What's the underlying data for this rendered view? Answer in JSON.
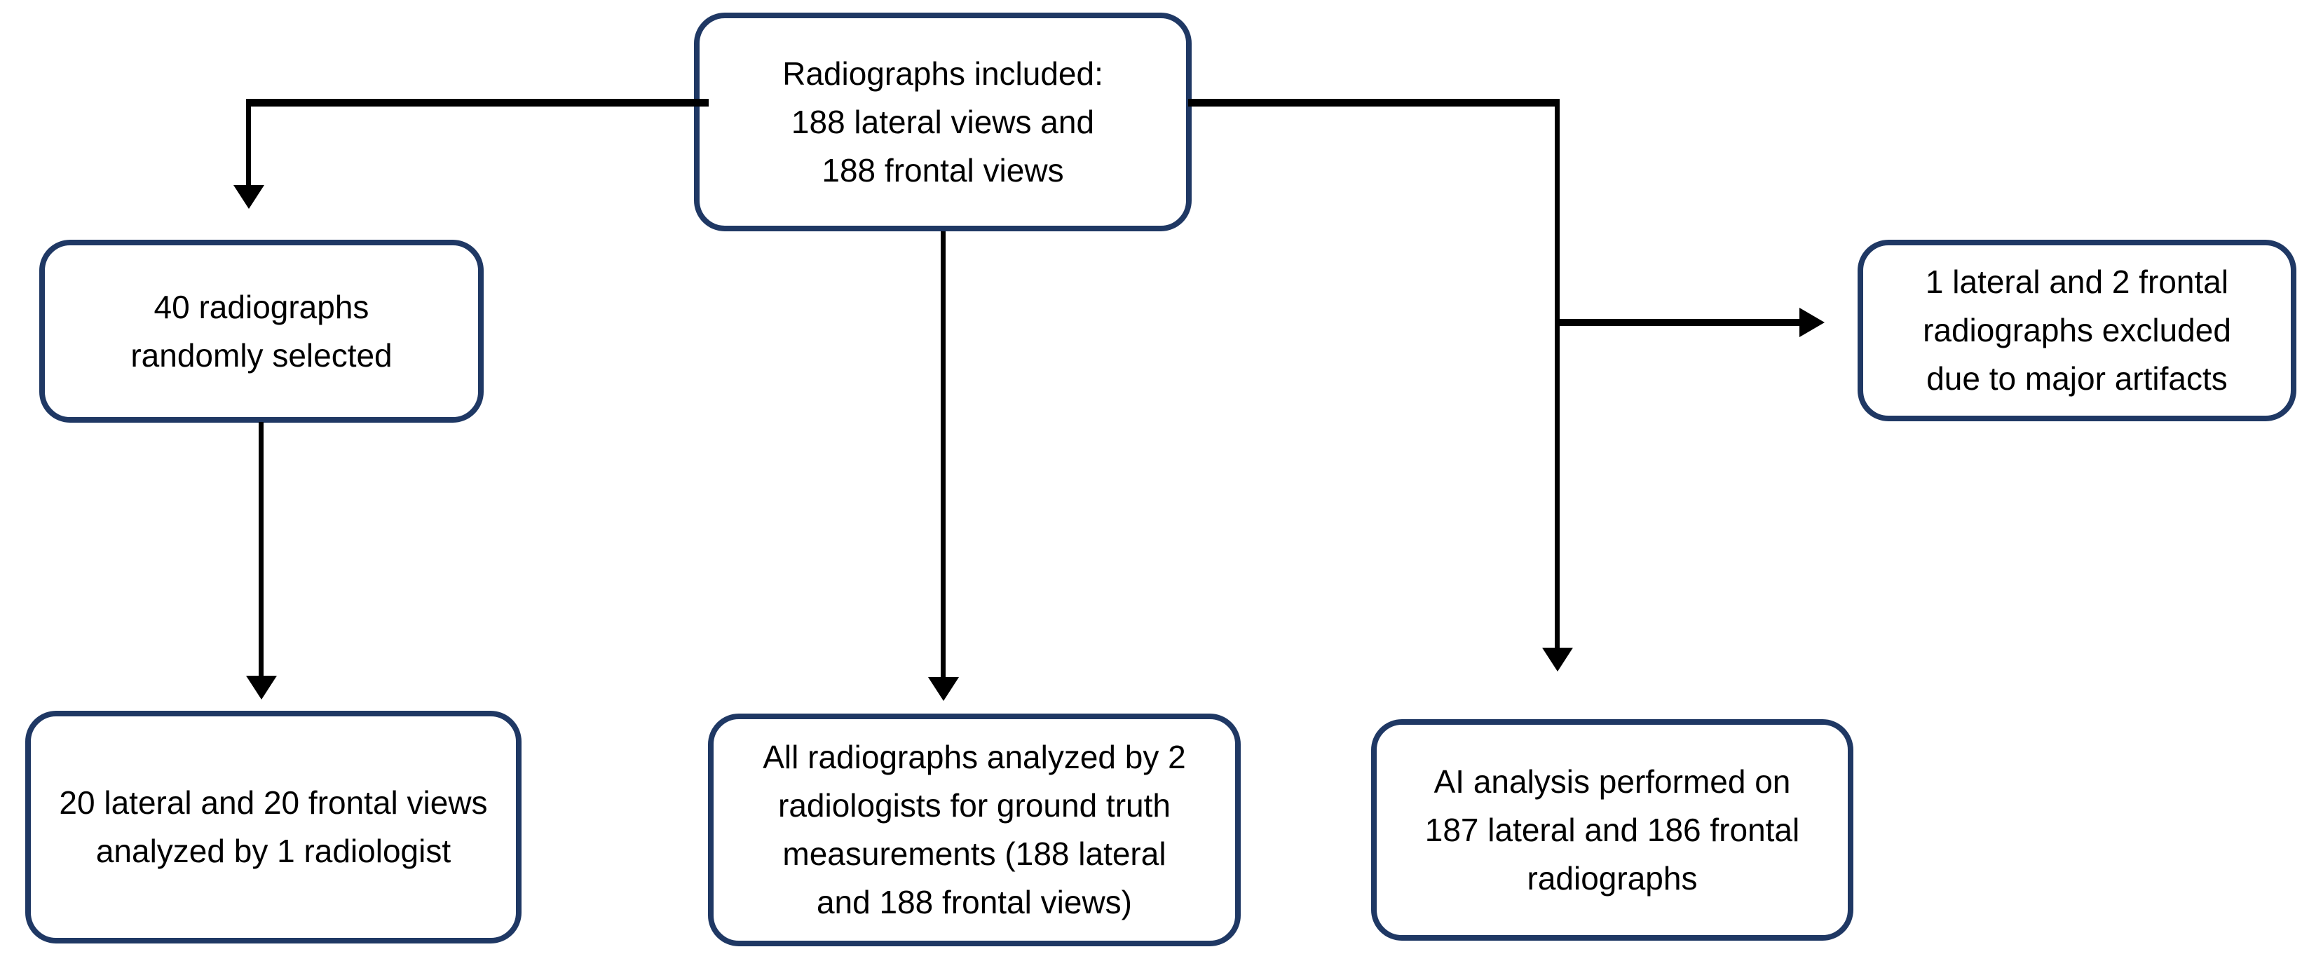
{
  "diagram": {
    "type": "flowchart",
    "background": "#ffffff",
    "box_border_color": "#1f3864",
    "line_color": "#000000",
    "text_color": "#000000",
    "nodes": {
      "included": {
        "text": "Radiographs included:\n188 lateral views and\n188 frontal views"
      },
      "randomly_selected": {
        "text": "40 radiographs\nrandomly selected"
      },
      "excluded": {
        "text": "1 lateral and 2 frontal\nradiographs excluded\ndue to major artifacts"
      },
      "one_radiologist": {
        "text": "20 lateral and 20 frontal views\nanalyzed by 1 radiologist"
      },
      "ground_truth": {
        "text": "All radiographs analyzed by 2\nradiologists for ground truth\nmeasurements (188 lateral\nand 188 frontal views)"
      },
      "ai_analysis": {
        "text": "AI analysis performed on\n187 lateral and 186 frontal\nradiographs"
      }
    }
  }
}
